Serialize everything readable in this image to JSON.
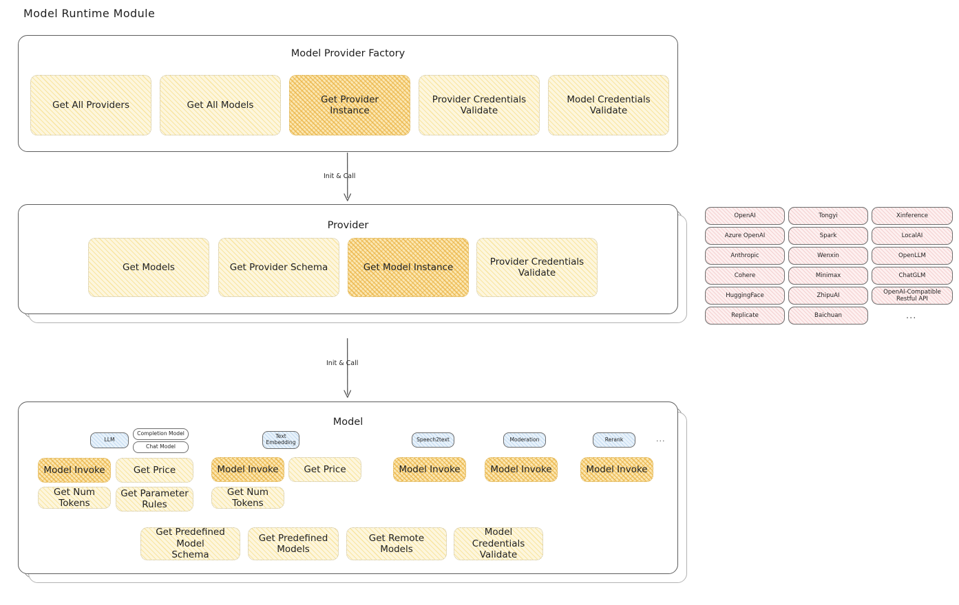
{
  "page": {
    "title": "Model Runtime Module"
  },
  "colors": {
    "node_fill": "#fdf6dd",
    "node_hatch": "#f4d66e",
    "node_highlight_fill": "#fbe7b2",
    "node_highlight_hatch": "#e9b03e",
    "provider_chip_fill": "#fdf0f0",
    "provider_chip_hatch": "#e7a0a0",
    "badge_fill": "#e8f2fb",
    "badge_hatch": "#96bee1",
    "panel_border": "#5c5c5c",
    "text": "#1e1e1e"
  },
  "factory": {
    "title": "Model Provider Factory",
    "nodes": [
      {
        "label": "Get All Providers",
        "highlight": false
      },
      {
        "label": "Get All Models",
        "highlight": false
      },
      {
        "label": "Get Provider\nInstance",
        "highlight": true
      },
      {
        "label": "Provider Credentials\nValidate",
        "highlight": false
      },
      {
        "label": "Model Credentials\nValidate",
        "highlight": false
      }
    ]
  },
  "arrow1": {
    "label": "Init & Call"
  },
  "provider": {
    "title": "Provider",
    "nodes": [
      {
        "label": "Get Models",
        "highlight": false
      },
      {
        "label": "Get Provider Schema",
        "highlight": false
      },
      {
        "label": "Get Model Instance",
        "highlight": true
      },
      {
        "label": "Provider Credentials\nValidate",
        "highlight": false
      }
    ]
  },
  "arrow2": {
    "label": "Init & Call"
  },
  "provider_list": {
    "ellipsis": "...",
    "columns": [
      {
        "items": [
          "OpenAI",
          "Azure OpenAI",
          "Anthropic",
          "Cohere",
          "HuggingFace",
          "Replicate"
        ]
      },
      {
        "items": [
          "Tongyi",
          "Spark",
          "Wenxin",
          "Minimax",
          "ZhipuAI",
          "Baichuan"
        ]
      },
      {
        "items": [
          "Xinference",
          "LocalAI",
          "OpenLLM",
          "ChatGLM",
          "OpenAI-Compatible Restful API"
        ]
      }
    ]
  },
  "model": {
    "title": "Model",
    "ellipsis": "...",
    "groups": [
      {
        "badge": "LLM",
        "sub_badges": [
          "Completion Model",
          "Chat Model"
        ],
        "nodes": [
          {
            "label": "Model Invoke",
            "highlight": true
          },
          {
            "label": "Get Price",
            "highlight": false
          },
          {
            "label": "Get Num Tokens",
            "highlight": false
          },
          {
            "label": "Get Parameter\nRules",
            "highlight": false
          }
        ]
      },
      {
        "badge": "Text\nEmbedding",
        "sub_badges": [],
        "nodes": [
          {
            "label": "Model Invoke",
            "highlight": true
          },
          {
            "label": "Get Price",
            "highlight": false
          },
          {
            "label": "Get Num Tokens",
            "highlight": false
          }
        ]
      },
      {
        "badge": "Speech2text",
        "sub_badges": [],
        "nodes": [
          {
            "label": "Model Invoke",
            "highlight": true
          }
        ]
      },
      {
        "badge": "Moderation",
        "sub_badges": [],
        "nodes": [
          {
            "label": "Model Invoke",
            "highlight": true
          }
        ]
      },
      {
        "badge": "Rerank",
        "sub_badges": [],
        "nodes": [
          {
            "label": "Model Invoke",
            "highlight": true
          }
        ]
      }
    ],
    "common_nodes": [
      {
        "label": "Get Predefined Model\nSchema"
      },
      {
        "label": "Get Predefined\nModels"
      },
      {
        "label": "Get Remote Models"
      },
      {
        "label": "Model Credentials\nValidate"
      }
    ]
  }
}
